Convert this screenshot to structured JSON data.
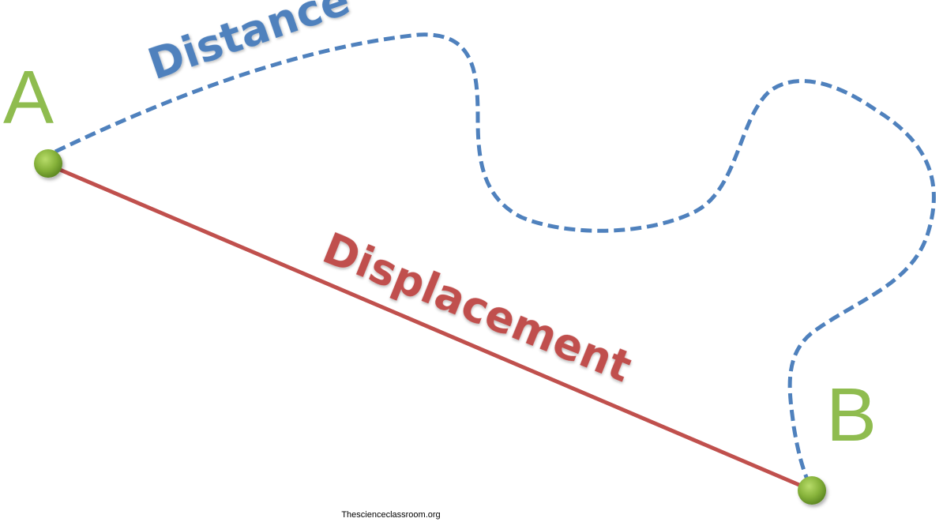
{
  "labels": {
    "start_point": "A",
    "end_point": "B",
    "distance": "Distance",
    "displacement": "Displacement"
  },
  "footer": {
    "source": "Thescienceclassroom.org"
  },
  "colors": {
    "distance": "#4f81bd",
    "displacement": "#c0504d",
    "points": "#8fbc4f"
  }
}
